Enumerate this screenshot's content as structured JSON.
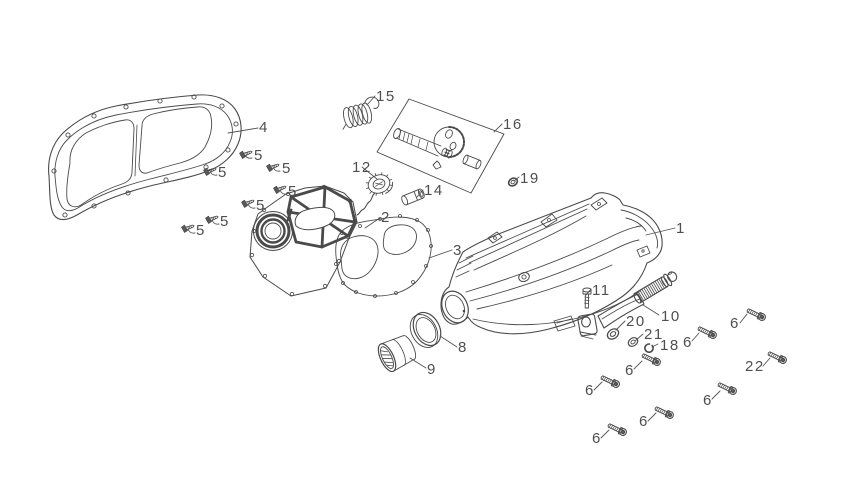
{
  "figure": {
    "type": "exploded-parts-diagram",
    "background": "#ffffff",
    "line_color": "#4a4a4a",
    "label_color": "#4f4f4f"
  },
  "callouts": [
    {
      "number": "1"
    },
    {
      "number": "2"
    },
    {
      "number": "3"
    },
    {
      "number": "4"
    },
    {
      "number": "5"
    },
    {
      "number": "5"
    },
    {
      "number": "5"
    },
    {
      "number": "5"
    },
    {
      "number": "5"
    },
    {
      "number": "5"
    },
    {
      "number": "5"
    },
    {
      "number": "6"
    },
    {
      "number": "6"
    },
    {
      "number": "6"
    },
    {
      "number": "6"
    },
    {
      "number": "6"
    },
    {
      "number": "6"
    },
    {
      "number": "6"
    },
    {
      "number": "8"
    },
    {
      "number": "9"
    },
    {
      "number": "10"
    },
    {
      "number": "11"
    },
    {
      "number": "12"
    },
    {
      "number": "14"
    },
    {
      "number": "15"
    },
    {
      "number": "16"
    },
    {
      "number": "18"
    },
    {
      "number": "19"
    },
    {
      "number": "20"
    },
    {
      "number": "21"
    },
    {
      "number": "22"
    }
  ]
}
